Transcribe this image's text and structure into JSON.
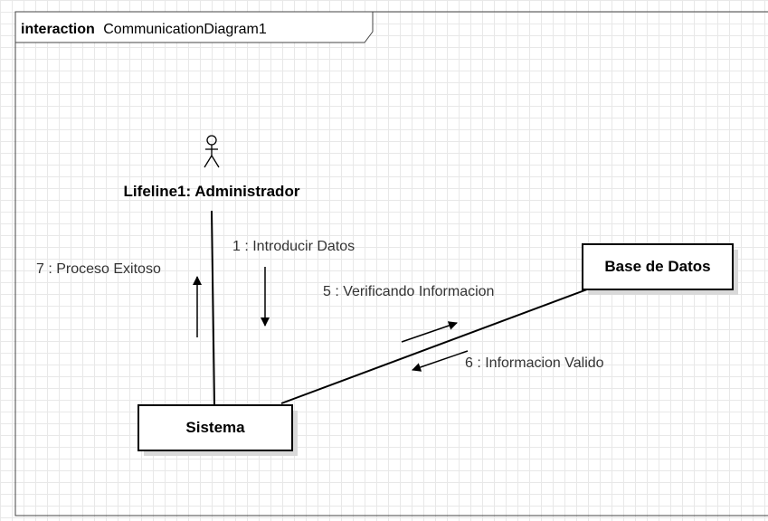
{
  "frame": {
    "keyword": "interaction",
    "name": "CommunicationDiagram1"
  },
  "lifelines": {
    "actor": {
      "label": "Lifeline1: Administrador",
      "icon": "stick-figure-icon"
    },
    "sistema": {
      "label": "Sistema"
    },
    "base_de_datos": {
      "label": "Base de Datos"
    }
  },
  "messages": [
    {
      "label": "1 : Introducir Datos",
      "from": "Lifeline1: Administrador",
      "to": "Sistema"
    },
    {
      "label": "5 : Verificando Informacion",
      "from": "Sistema",
      "to": "Base de Datos"
    },
    {
      "label": "6 : Informacion Valido",
      "from": "Base de Datos",
      "to": "Sistema"
    },
    {
      "label": "7 : Proceso Exitoso",
      "from": "Sistema",
      "to": "Lifeline1: Administrador"
    }
  ],
  "colors": {
    "line": "#000000",
    "grid": "#e8e8e8",
    "shadow": "#d9d9d9"
  }
}
